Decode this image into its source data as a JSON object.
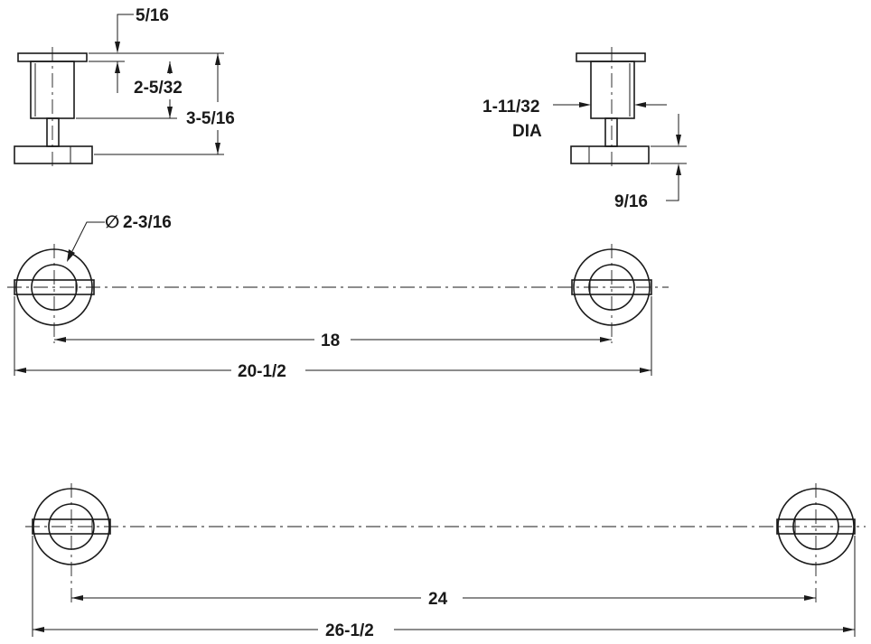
{
  "dimensions": {
    "flange_thickness": "5/16",
    "post_height": "2-5/32",
    "overall_projection": "3-5/16",
    "post_diameter_line1": "1-11/32",
    "post_diameter_line2": "DIA",
    "bar_offset": "9/16",
    "flange_diameter_symbol": "∅",
    "flange_diameter": "2-3/16",
    "center_18": "18",
    "overall_20": "20-1/2",
    "center_24": "24",
    "overall_26": "26-1/2"
  }
}
